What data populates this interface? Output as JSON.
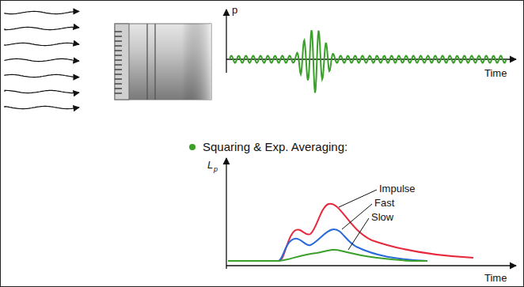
{
  "diagram": {
    "labels": [
      "p",
      "Time",
      "Squaring & Exp. Averaging:",
      "L",
      "p",
      "Impulse",
      "Fast",
      "Slow",
      "Time"
    ]
  }
}
